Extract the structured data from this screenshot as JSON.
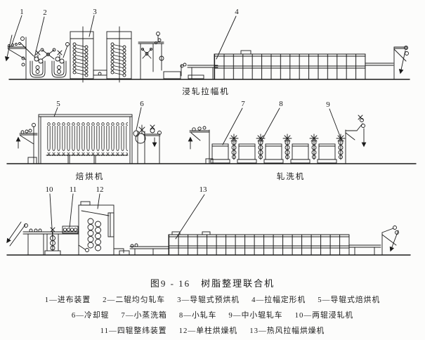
{
  "figure": {
    "caption": "图9 - 16　树脂整理联合机",
    "sections": {
      "row1": "浸轧拉幅机",
      "row2_left": "焙烘机",
      "row2_right": "轧洗机"
    },
    "callouts": {
      "n1": "1",
      "n2": "2",
      "n3": "3",
      "n4": "4",
      "n5": "5",
      "n6": "6",
      "n7": "7",
      "n8": "8",
      "n9": "9",
      "n10": "10",
      "n11": "11",
      "n12": "12",
      "n13": "13"
    },
    "legend": {
      "row1": [
        "1—进布装置",
        "2—二辊均匀轧车",
        "3—导辊式预烘机",
        "4—拉幅定形机",
        "5—导辊式焙烘机"
      ],
      "row2": [
        "6—冷却辊",
        "7—小蒸洗箱",
        "8—小轧车",
        "9—中小辊轧车",
        "10—两辊浸轧机"
      ],
      "row3": [
        "11—四辊整纬装置",
        "12—单柱烘燥机",
        "13—热风拉幅烘燥机"
      ]
    },
    "ink_color": "#1b1b1b",
    "paper_color": "#fcfcfb"
  }
}
